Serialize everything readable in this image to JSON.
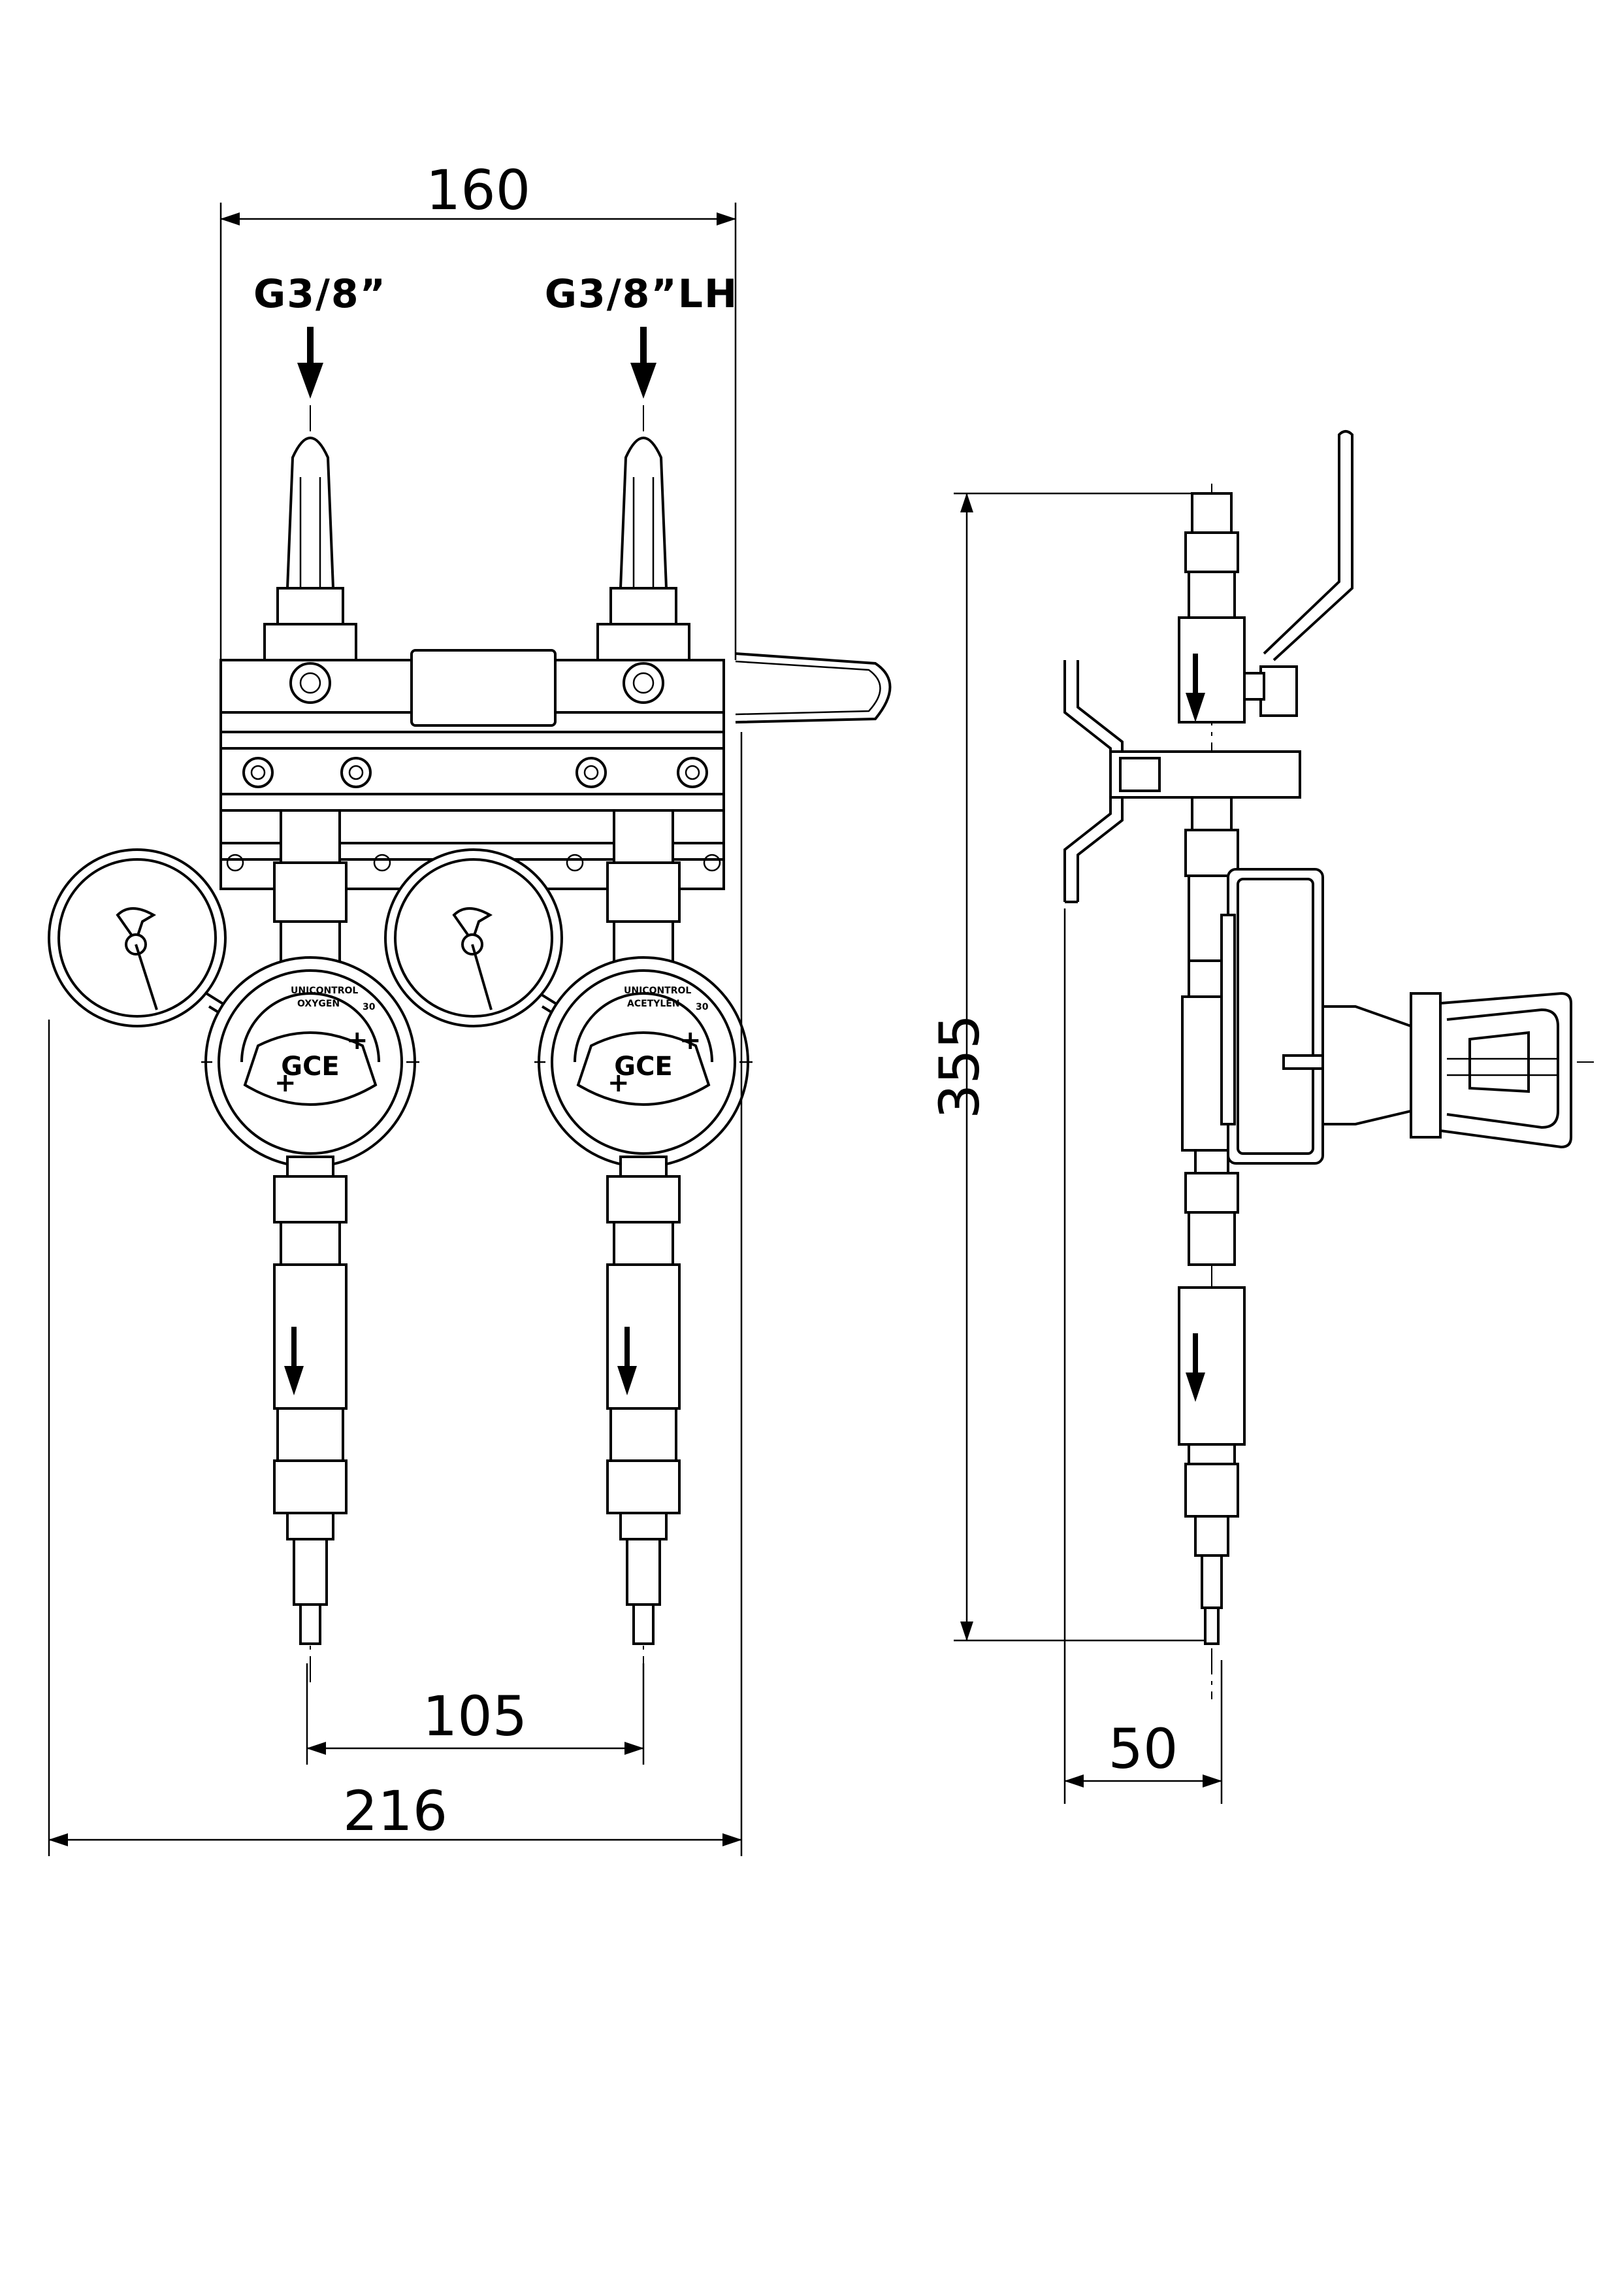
{
  "dimensions": {
    "d160": "160",
    "d216": "216",
    "d105": "105",
    "d355": "355",
    "d50": "50"
  },
  "ports": {
    "left": "G3/8”",
    "right": "G3/8”LH"
  },
  "gauges": {
    "left": {
      "brand": "UNICONTROL",
      "gas": "OXYGEN",
      "range": "30"
    },
    "right": {
      "brand": "UNICONTROL",
      "gas": "ACETYLEN",
      "range": "30"
    }
  },
  "logo": "GCE",
  "colors": {
    "line": "#000000",
    "background": "#ffffff"
  }
}
